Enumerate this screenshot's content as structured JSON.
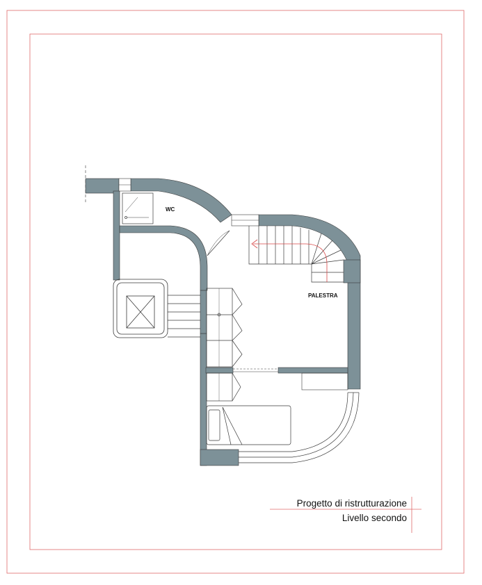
{
  "drawing": {
    "rooms": {
      "wc": "WC",
      "gym": "PALESTRA"
    },
    "title_block": {
      "line1": "Progetto di ristrutturazione",
      "line2": "Livello secondo"
    }
  },
  "colors": {
    "wall": "#7d9198",
    "frame": "#e06a6a",
    "line": "#3a3a3a",
    "stair_arrow": "#d84848"
  }
}
